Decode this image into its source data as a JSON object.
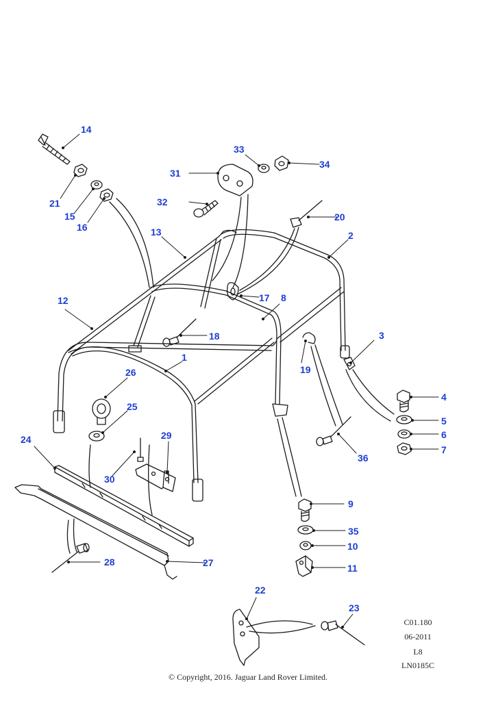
{
  "callouts": [
    {
      "id": "1",
      "label": "1"
    },
    {
      "id": "2",
      "label": "2"
    },
    {
      "id": "3",
      "label": "3"
    },
    {
      "id": "4",
      "label": "4"
    },
    {
      "id": "5",
      "label": "5"
    },
    {
      "id": "6",
      "label": "6"
    },
    {
      "id": "7",
      "label": "7"
    },
    {
      "id": "8",
      "label": "8"
    },
    {
      "id": "9",
      "label": "9"
    },
    {
      "id": "10",
      "label": "10"
    },
    {
      "id": "11",
      "label": "11"
    },
    {
      "id": "12",
      "label": "12"
    },
    {
      "id": "13",
      "label": "13"
    },
    {
      "id": "14",
      "label": "14"
    },
    {
      "id": "15",
      "label": "15"
    },
    {
      "id": "16",
      "label": "16"
    },
    {
      "id": "17",
      "label": "17"
    },
    {
      "id": "18",
      "label": "18"
    },
    {
      "id": "19",
      "label": "19"
    },
    {
      "id": "20",
      "label": "20"
    },
    {
      "id": "21",
      "label": "21"
    },
    {
      "id": "22",
      "label": "22"
    },
    {
      "id": "23",
      "label": "23"
    },
    {
      "id": "24",
      "label": "24"
    },
    {
      "id": "25",
      "label": "25"
    },
    {
      "id": "26",
      "label": "26"
    },
    {
      "id": "27",
      "label": "27"
    },
    {
      "id": "28",
      "label": "28"
    },
    {
      "id": "29",
      "label": "29"
    },
    {
      "id": "30",
      "label": "30"
    },
    {
      "id": "31",
      "label": "31"
    },
    {
      "id": "32",
      "label": "32"
    },
    {
      "id": "33",
      "label": "33"
    },
    {
      "id": "34",
      "label": "34"
    },
    {
      "id": "35",
      "label": "35"
    },
    {
      "id": "36",
      "label": "36"
    }
  ],
  "reference": {
    "code": "C01.180",
    "date": "06-2011",
    "variant": "L8",
    "drawing": "LN0185C"
  },
  "copyright": "© Copyright, 2016. Jaguar Land Rover Limited.",
  "colors": {
    "callout": "#1d3fd1",
    "line": "#1a1a1a",
    "background": "#ffffff"
  }
}
